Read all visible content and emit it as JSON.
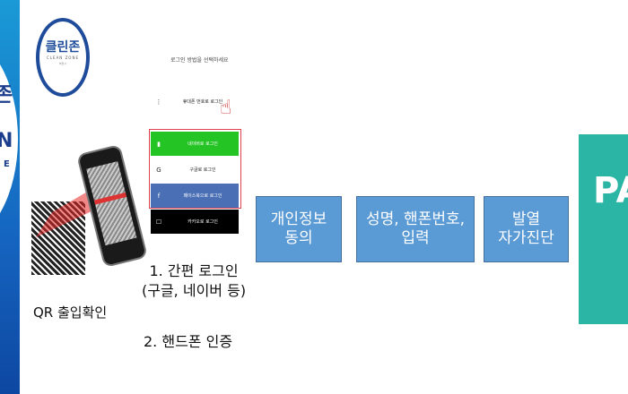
{
  "poster": {
    "chars": [
      "존",
      "N",
      "E"
    ]
  },
  "logo": {
    "korean": "클린존",
    "english": "CLEAN ZONE",
    "detail": "부천시"
  },
  "qr": {
    "caption": "QR 출입확인"
  },
  "login": {
    "title": "로그인 방법을 선택하세요",
    "options": [
      {
        "label": "휴대폰 번호로 로그인",
        "icon": "⋮",
        "bg": "#ffffff",
        "fg": "#222"
      },
      {
        "label": "네이버로 로그인",
        "icon": "▮",
        "bg": "#23c424",
        "fg": "#fff"
      },
      {
        "label": "구글로 로그인",
        "icon": "G",
        "bg": "#ffffff",
        "fg": "#222"
      },
      {
        "label": "페이스북으로 로그인",
        "icon": "f",
        "bg": "#4a6fb5",
        "fg": "#fff"
      },
      {
        "label": "카카오로 로그인",
        "icon": "☐",
        "bg": "#000000",
        "fg": "#fff"
      }
    ],
    "caption1": "1. 간편 로그인\n(구글, 네이버 등)",
    "caption2": "2. 핸드폰 인증"
  },
  "steps": [
    "개인정보\n동의",
    "성명, 핸폰번호,\n입력",
    "발열\n자가진단"
  ],
  "pass": {
    "label": "PA"
  }
}
